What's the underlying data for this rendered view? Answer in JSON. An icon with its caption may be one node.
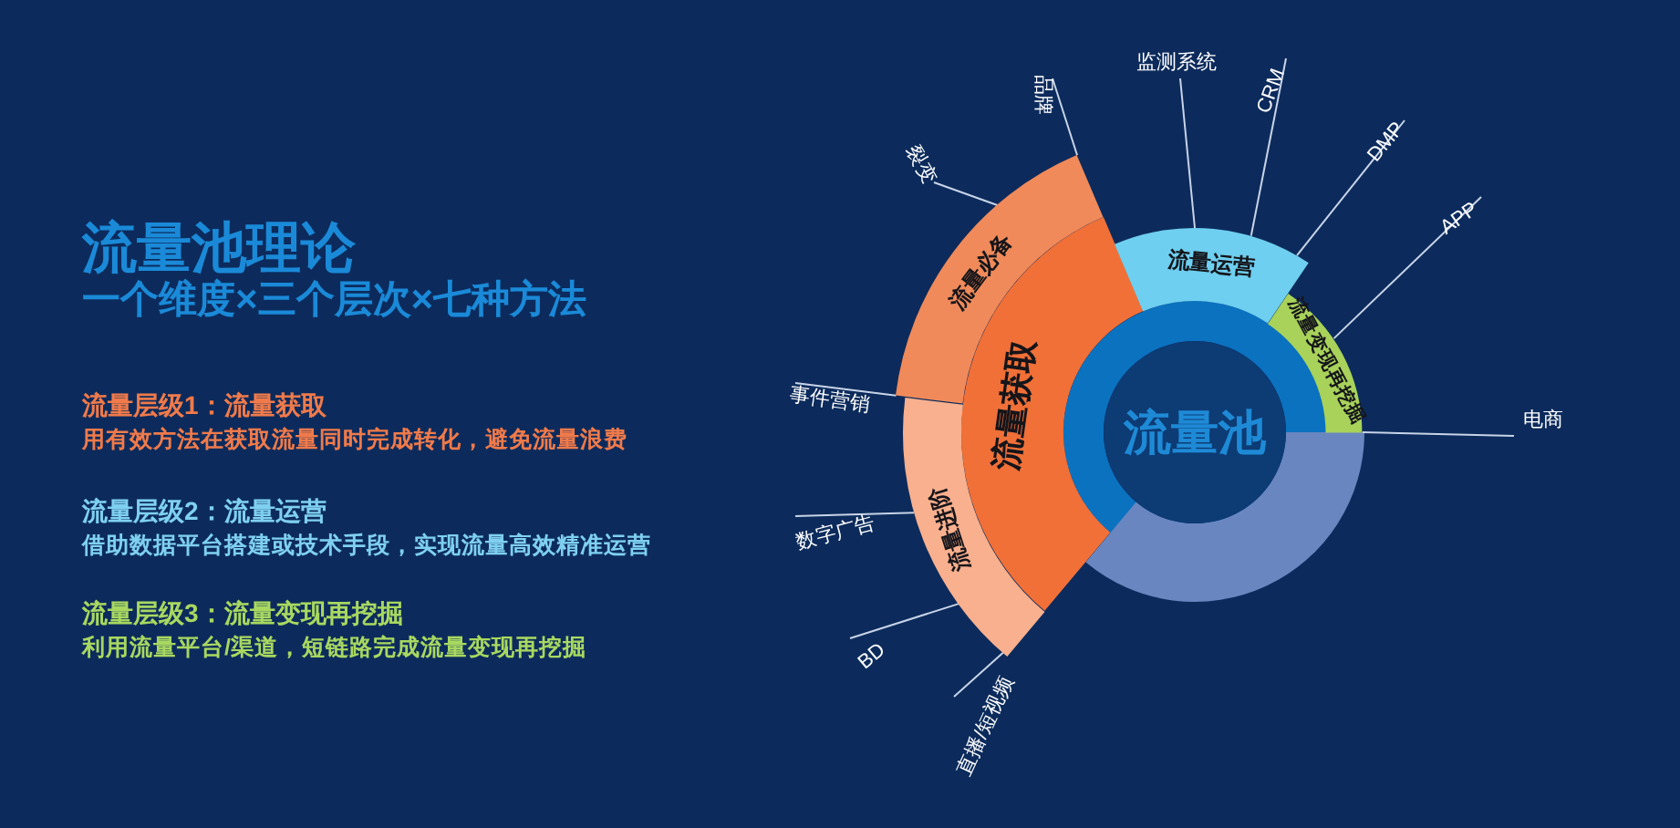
{
  "diagram": {
    "title": "流量池理论",
    "nodes": [
      {
        "text": [
          "流量池"
        ]
      },
      {
        "text": [
          "流量获取"
        ]
      },
      {
        "text": [
          "流量必备"
        ]
      },
      {
        "text": [
          "流量进阶"
        ]
      },
      {
        "text": [
          "流量运营"
        ]
      },
      {
        "text": [
          "流量变现再挖掘"
        ]
      },
      {
        "text": [
          "品牌"
        ]
      },
      {
        "text": [
          "裂变"
        ]
      },
      {
        "text": [
          "事件营销"
        ]
      },
      {
        "text": [
          "数字广告"
        ]
      },
      {
        "text": [
          "BD"
        ]
      },
      {
        "text": [
          "直播/短视频"
        ]
      },
      {
        "text": [
          "监测系统"
        ]
      },
      {
        "text": [
          "CRM"
        ]
      },
      {
        "text": [
          "DMP"
        ]
      },
      {
        "text": [
          "APP"
        ]
      },
      {
        "text": [
          "电商"
        ]
      }
    ],
    "edges": [
      {
        "from": 6,
        "to": 2,
        "arrow": "none"
      },
      {
        "from": 7,
        "to": 2,
        "arrow": "none"
      },
      {
        "from": 8,
        "to": 2,
        "arrow": "none"
      },
      {
        "from": 9,
        "to": 3,
        "arrow": "none"
      },
      {
        "from": 10,
        "to": 3,
        "arrow": "none"
      },
      {
        "from": 11,
        "to": 3,
        "arrow": "none"
      },
      {
        "from": 12,
        "to": 4,
        "arrow": "none"
      },
      {
        "from": 13,
        "to": 4,
        "arrow": "none"
      },
      {
        "from": 14,
        "to": 4,
        "arrow": "none"
      },
      {
        "from": 15,
        "to": 5,
        "arrow": "none"
      },
      {
        "from": 16,
        "to": 5,
        "arrow": "none"
      }
    ],
    "labels": [
      "一个维度×三个层次×七种方法",
      "流量层级1：流量获取",
      "用有效方法在获取流量同时完成转化，避免流量浪费",
      "流量层级2：流量运营",
      "借助数据平台搭建或技术手段，实现流量高效精准运营",
      "流量层级3：流量变现再挖掘",
      "利用流量平台/渠道，短链路完成流量变现再挖掘"
    ]
  }
}
